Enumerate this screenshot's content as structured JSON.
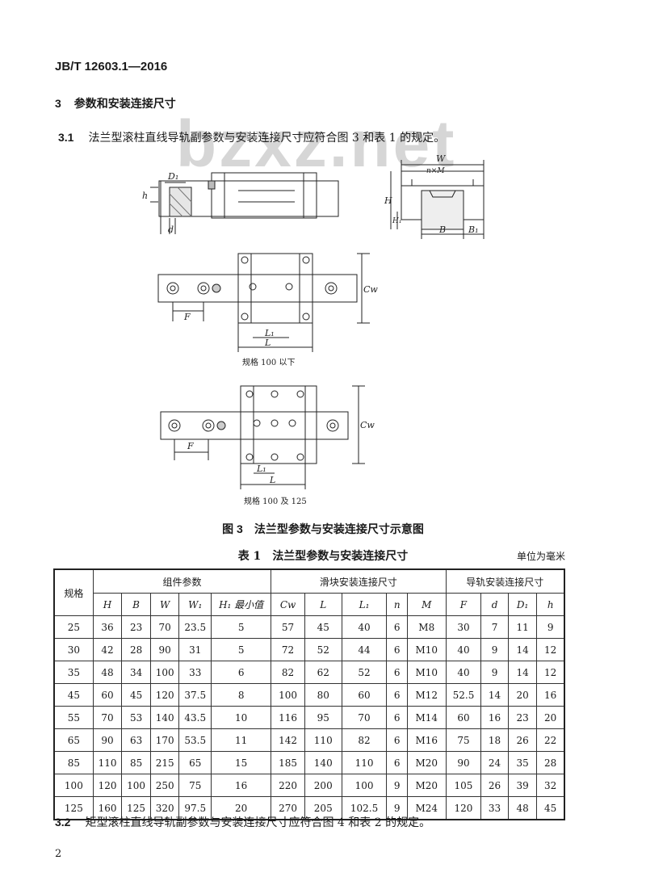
{
  "standard_code": "JB/T 12603.1—2016",
  "section": {
    "number": "3",
    "title": "参数和安装连接尺寸"
  },
  "clause_3_1": {
    "number": "3.1",
    "text": "法兰型滚柱直线导轨副参数与安装连接尺寸应符合图 3 和表 1 的规定。"
  },
  "watermark": "bzxz.net",
  "figure": {
    "number": "图 3",
    "caption": "法兰型参数与安装连接尺寸示意图",
    "top_view_caption": "规格 100 以下",
    "bottom_view_caption": "规格 100 及 125",
    "labels": {
      "D1": "D₁",
      "h": "h",
      "d": "d",
      "W": "W",
      "nM": "n×M",
      "H": "H",
      "H1": "H₁",
      "B": "B",
      "B1": "B₁",
      "F": "F",
      "Cw": "Cw",
      "L1": "L₁",
      "L": "L"
    }
  },
  "table": {
    "number": "表 1",
    "caption": "法兰型参数与安装连接尺寸",
    "unit": "单位为毫米",
    "group_headers": {
      "spec": "规格",
      "component": "组件参数",
      "slider": "滑块安装连接尺寸",
      "rail": "导轨安装连接尺寸"
    },
    "columns": [
      "H",
      "B",
      "W",
      "W₁",
      "H₁ 最小值",
      "Cw",
      "L",
      "L₁",
      "n",
      "M",
      "F",
      "d",
      "D₁",
      "h"
    ],
    "rows": [
      [
        "25",
        "36",
        "23",
        "70",
        "23.5",
        "5",
        "57",
        "45",
        "40",
        "6",
        "M8",
        "30",
        "7",
        "11",
        "9"
      ],
      [
        "30",
        "42",
        "28",
        "90",
        "31",
        "5",
        "72",
        "52",
        "44",
        "6",
        "M10",
        "40",
        "9",
        "14",
        "12"
      ],
      [
        "35",
        "48",
        "34",
        "100",
        "33",
        "6",
        "82",
        "62",
        "52",
        "6",
        "M10",
        "40",
        "9",
        "14",
        "12"
      ],
      [
        "45",
        "60",
        "45",
        "120",
        "37.5",
        "8",
        "100",
        "80",
        "60",
        "6",
        "M12",
        "52.5",
        "14",
        "20",
        "16"
      ],
      [
        "55",
        "70",
        "53",
        "140",
        "43.5",
        "10",
        "116",
        "95",
        "70",
        "6",
        "M14",
        "60",
        "16",
        "23",
        "20"
      ],
      [
        "65",
        "90",
        "63",
        "170",
        "53.5",
        "11",
        "142",
        "110",
        "82",
        "6",
        "M16",
        "75",
        "18",
        "26",
        "22"
      ],
      [
        "85",
        "110",
        "85",
        "215",
        "65",
        "15",
        "185",
        "140",
        "110",
        "6",
        "M20",
        "90",
        "24",
        "35",
        "28"
      ],
      [
        "100",
        "120",
        "100",
        "250",
        "75",
        "16",
        "220",
        "200",
        "100",
        "9",
        "M20",
        "105",
        "26",
        "39",
        "32"
      ],
      [
        "125",
        "160",
        "125",
        "320",
        "97.5",
        "20",
        "270",
        "205",
        "102.5",
        "9",
        "M24",
        "120",
        "33",
        "48",
        "45"
      ]
    ]
  },
  "clause_3_2": {
    "number": "3.2",
    "text": "矩型滚柱直线导轨副参数与安装连接尺寸应符合图 4 和表 2 的规定。"
  },
  "page_number": "2"
}
